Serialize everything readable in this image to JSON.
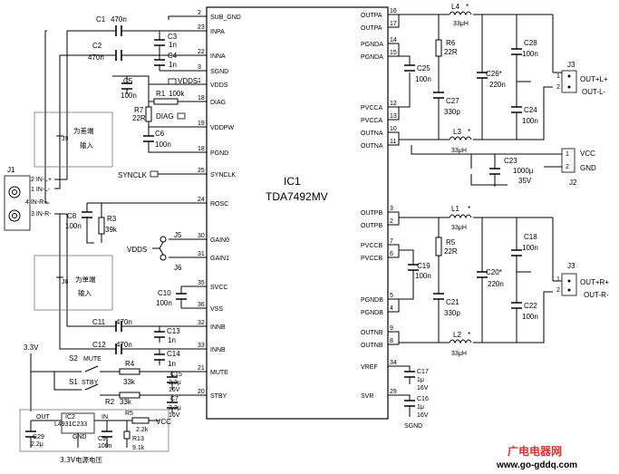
{
  "ic1": {
    "name": "IC1",
    "part": "TDA7492MV",
    "left_pins": [
      {
        "num": "2",
        "name": "SUB_GND"
      },
      {
        "num": "23",
        "name": "INPA"
      },
      {
        "num": "22",
        "name": "INNA"
      },
      {
        "num": "3",
        "name": "SGND"
      },
      {
        "num": "1",
        "name": "VDDS"
      },
      {
        "num": "18",
        "name": "DIAG"
      },
      {
        "num": "19",
        "name": "VDDPW"
      },
      {
        "num": "18",
        "name": "PGND"
      },
      {
        "num": "25",
        "name": "SYNCLK"
      },
      {
        "num": "24",
        "name": "ROSC"
      },
      {
        "num": "30",
        "name": "GAIN0"
      },
      {
        "num": "31",
        "name": "GAIN1"
      },
      {
        "num": "35",
        "name": "SVCC"
      },
      {
        "num": "36",
        "name": "VSS"
      },
      {
        "num": "32",
        "name": "INNB"
      },
      {
        "num": "33",
        "name": "INNB"
      },
      {
        "num": "21",
        "name": "MUTE"
      },
      {
        "num": "20",
        "name": "STBY"
      }
    ],
    "right_pins": [
      {
        "num": "16",
        "name": "OUTPA"
      },
      {
        "num": "17",
        "name": "OUTPA"
      },
      {
        "num": "14",
        "name": "PGNDA"
      },
      {
        "num": "15",
        "name": "PGNDA"
      },
      {
        "num": "12",
        "name": "PVCCA"
      },
      {
        "num": "13",
        "name": "PVCCA"
      },
      {
        "num": "10",
        "name": "OUTNA"
      },
      {
        "num": "11",
        "name": "OUTNA"
      },
      {
        "num": "3",
        "name": "OUTPB"
      },
      {
        "num": "2",
        "name": "OUTPB"
      },
      {
        "num": "7",
        "name": "PVCCB"
      },
      {
        "num": "6",
        "name": "PVCCB"
      },
      {
        "num": "5",
        "name": "PGNDB"
      },
      {
        "num": "4",
        "name": "PGNDB"
      },
      {
        "num": "9",
        "name": "OUTNB"
      },
      {
        "num": "8",
        "name": "OUTNB"
      },
      {
        "num": "34",
        "name": "VREF"
      },
      {
        "num": "29",
        "name": "SVR"
      }
    ]
  },
  "components": {
    "c1": {
      "ref": "C1",
      "value": "470n"
    },
    "c2": {
      "ref": "C2",
      "value": "470n"
    },
    "c3": {
      "ref": "C3",
      "value": "1n"
    },
    "c4": {
      "ref": "C4",
      "value": "1n"
    },
    "c5": {
      "ref": "C5",
      "value": "100n"
    },
    "r1": {
      "ref": "R1",
      "value": "100k"
    },
    "r7": {
      "ref": "R7",
      "value": "22R"
    },
    "c6": {
      "ref": "C6",
      "value": "100n"
    },
    "c8": {
      "ref": "C8",
      "value": "100n"
    },
    "r3": {
      "ref": "R3",
      "value": "39k"
    },
    "c10": {
      "ref": "C10",
      "value": "100n"
    },
    "c11": {
      "ref": "C11",
      "value": "470n"
    },
    "c12": {
      "ref": "C12",
      "value": "470n"
    },
    "c13": {
      "ref": "C13",
      "value": "1n"
    },
    "c14": {
      "ref": "C14",
      "value": "1n"
    },
    "r4": {
      "ref": "R4",
      "value": "33k"
    },
    "c15": {
      "ref": "C15",
      "value": "2.2μ",
      "v": "16V"
    },
    "r2": {
      "ref": "R2",
      "value": "33k"
    },
    "c7": {
      "ref": "C7",
      "value": "2.2μ",
      "v": "16V"
    },
    "c29": {
      "ref": "C29",
      "value": "2.2μ"
    },
    "c9": {
      "ref": "C9",
      "value": "100n"
    },
    "r5b": {
      "ref": "R5",
      "value": "2.2k"
    },
    "r13": {
      "ref": "R13",
      "value": "9.1k"
    },
    "l4": {
      "ref": "L4",
      "value": "33μH"
    },
    "r6": {
      "ref": "R6",
      "value": "22R"
    },
    "c25": {
      "ref": "C25",
      "value": "100n"
    },
    "c27": {
      "ref": "C27",
      "value": "330p"
    },
    "c26": {
      "ref": "C26*",
      "value": "220n"
    },
    "c28": {
      "ref": "C28",
      "value": "100n"
    },
    "c24": {
      "ref": "C24",
      "value": "100n"
    },
    "l3": {
      "ref": "L3",
      "value": "33μH"
    },
    "c23": {
      "ref": "C23",
      "value": "1000μ",
      "v": "35V"
    },
    "l1": {
      "ref": "L1",
      "value": "33μH"
    },
    "r5": {
      "ref": "R5",
      "value": "22R"
    },
    "c19": {
      "ref": "C19",
      "value": "100n"
    },
    "c21": {
      "ref": "C21",
      "value": "330p"
    },
    "c20": {
      "ref": "C20*",
      "value": "220n"
    },
    "c18": {
      "ref": "C18",
      "value": "100n"
    },
    "c22": {
      "ref": "C22",
      "value": "100n"
    },
    "l2": {
      "ref": "L2",
      "value": "33μH"
    },
    "c17": {
      "ref": "C17",
      "value": "1μ",
      "v": "16V"
    },
    "c16": {
      "ref": "C16",
      "value": "1μ",
      "v": "16V"
    }
  },
  "labels": {
    "j1": "J1",
    "in_l_plus": "2 IN-L+",
    "in_l_minus": "1 IN-L-",
    "in_r_plus": "4 IN-R+",
    "in_r_minus": "3 IN-R-",
    "j9": "J9",
    "j9_text1": "为差端",
    "j9_text2": "输入",
    "j8": "J8",
    "j8_text1": "为单端",
    "j8_text2": "输入",
    "j5": "J5",
    "j6": "J6",
    "vdds": "VDDS",
    "vdds2": "VDDS",
    "diag": "DIAG",
    "synclk": "SYNCLK",
    "v33": "3.3V",
    "s2": "S2",
    "mute": "MUTE",
    "s1": "S1",
    "stby": "STBY",
    "ic2": "IC2",
    "ic2_part": "L4931C233",
    "out": "OUT",
    "in": "IN",
    "gnd": "GND",
    "vcc": "VCC",
    "psu_caption": "3.3V电源电压",
    "j3a": "J3",
    "out_l_plus": "OUT+L+",
    "out_l_minus": "OUT-L-",
    "j2": "J2",
    "vcc2": "VCC",
    "gnd2": "GND",
    "j3b": "J3",
    "out_r_plus": "OUT+R+",
    "out_r_minus": "OUT-R-",
    "sgnd": "SGND",
    "star": "*",
    "pin1": "1",
    "pin2": "2",
    "watermark1": "广电电器网",
    "watermark2": "www.go-gddq.com"
  }
}
